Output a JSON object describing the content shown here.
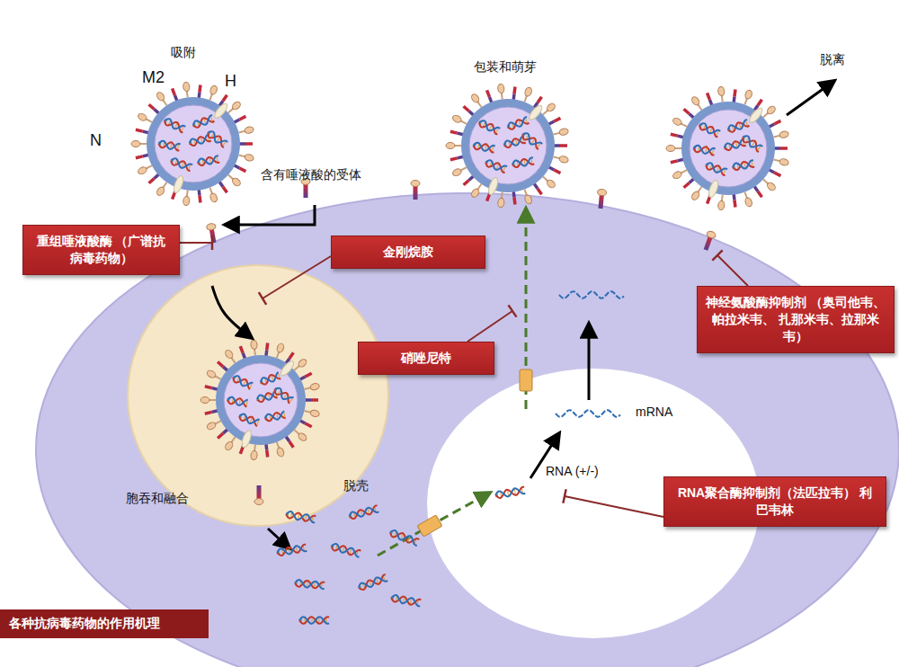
{
  "diagram": {
    "caption": "各种抗病毒药物的作用机理",
    "nodes": [
      {
        "text": [
          "重组唾液酸酶 （广谱抗病毒药物）"
        ]
      },
      {
        "text": [
          "金刚烷胺"
        ]
      },
      {
        "text": [
          "神经氨酸酶抑制剂 （奥司他韦、帕拉米韦、 扎那米韦、拉那米韦）"
        ]
      },
      {
        "text": [
          "硝唑尼特"
        ]
      },
      {
        "text": [
          "RNA聚合酶抑制剂（法匹拉韦） 利巴韦林"
        ]
      }
    ],
    "labels": [
      "吸附",
      "M2",
      "H",
      "N",
      "含有唾液酸的受体",
      "包装和萌芽",
      "脱离",
      "胞吞和融合",
      "脱壳",
      "RNA (+/-)",
      "mRNA"
    ]
  }
}
